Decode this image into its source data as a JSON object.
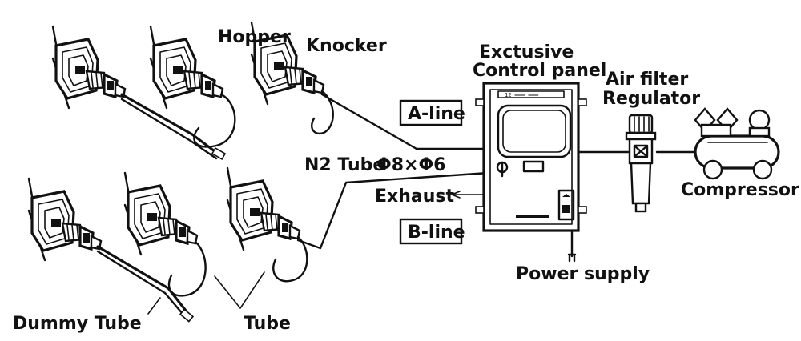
{
  "labels": {
    "hopper": "Hopper",
    "knocker": "Knocker",
    "panel_line1": "Exctusive",
    "panel_line2": "Control panel",
    "air_filter_line1": "Air filter",
    "air_filter_line2": "Regulator",
    "a_line": "A-line",
    "b_line": "B-line",
    "n2_tube": "N2 Tube",
    "tube_size": "Φ8×Φ6",
    "exhaust": "Exhaust",
    "compressor": "Compressor",
    "power_supply": "Power supply",
    "dummy_tube": "Dummy Tube",
    "tube": "Tube"
  },
  "icons": {
    "knocker_unit": "knocker-unit-icon",
    "control_panel": "control-panel-icon",
    "filter_regulator": "filter-regulator-icon",
    "compressor": "compressor-icon",
    "exhaust_arrow": "arrow-left-icon",
    "power_plug": "power-plug-icon"
  }
}
